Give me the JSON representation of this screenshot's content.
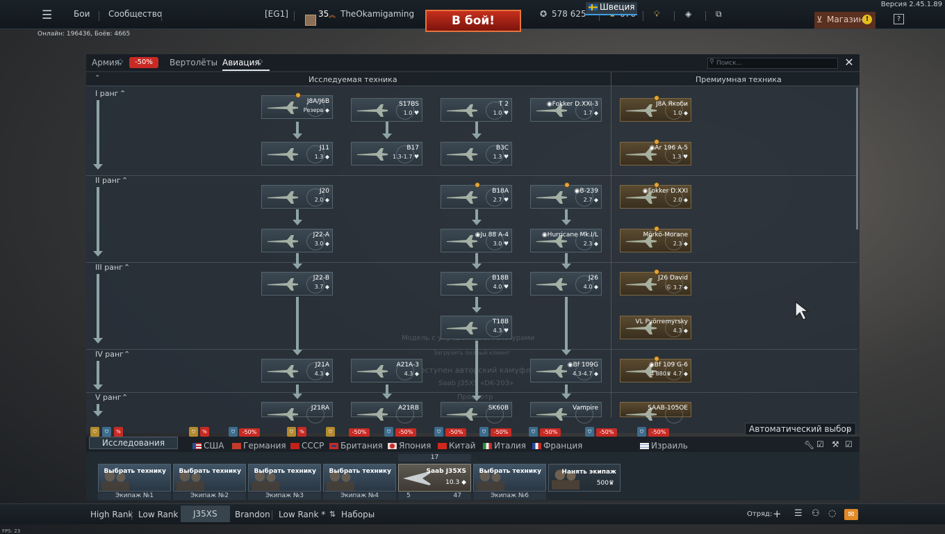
{
  "version": "Версия 2.45.1.89",
  "menu": {
    "battles": "Бои",
    "community": "Сообщество"
  },
  "squadron_tag": "[EG1]",
  "player": {
    "level": "35",
    "nickname": "TheOkamigaming"
  },
  "to_battle": "В бой!",
  "currency": {
    "silver": "578 625",
    "gold": "676"
  },
  "shop": "Магазин",
  "online": "Онлайн: 196436, Боёв: 4665",
  "fps": "FPS: 23",
  "tabs": {
    "army": "Армия",
    "army_discount": "-50%",
    "helicopters": "Вертолёты",
    "aviation": "Авиация"
  },
  "search_placeholder": "Поиск...",
  "sections": {
    "researched": "Исследуемая техника",
    "premium": "Премиумная техника"
  },
  "ranks": [
    "I ранг",
    "II ранг",
    "III ранг",
    "IV ранг",
    "V ранг"
  ],
  "vehicles": [
    {
      "name": "J8A/J6B",
      "br": "Резерв ◆"
    },
    {
      "name": "S17BS",
      "br": "1.0 ♥"
    },
    {
      "name": "T 2",
      "br": "1.0 ♥"
    },
    {
      "name": "◉Fokker D.XXI-3",
      "br": "1.7 ◆"
    },
    {
      "name": "J11",
      "br": "1.3 ◆"
    },
    {
      "name": "B17",
      "br": "1.3-1.7 ♥"
    },
    {
      "name": "B3C",
      "br": "1.3 ♥"
    },
    {
      "name": "J20",
      "br": "2.0 ◆"
    },
    {
      "name": "B18A",
      "br": "2.7 ♥"
    },
    {
      "name": "◉B-239",
      "br": "2.7 ◆"
    },
    {
      "name": "J22-A",
      "br": "3.0 ◆"
    },
    {
      "name": "◉Ju 88 A-4",
      "br": "3.0 ♥"
    },
    {
      "name": "◉Hurricane Mk.I/L",
      "br": "2.3 ◆"
    },
    {
      "name": "J22-B",
      "br": "3.7 ◆"
    },
    {
      "name": "B18B",
      "br": "4.0 ♥"
    },
    {
      "name": "J26",
      "br": "4.0 ◆"
    },
    {
      "name": "T18B",
      "br": "4.3 ♥"
    },
    {
      "name": "J21A",
      "br": "4.3 ◆"
    },
    {
      "name": "A21A-3",
      "br": "4.3 ◆"
    },
    {
      "name": "◉Bf 109G",
      "br": "4.3-4.7 ◆"
    },
    {
      "name": "J21RA",
      "br": ""
    },
    {
      "name": "A21RB",
      "br": ""
    },
    {
      "name": "SK60B",
      "br": ""
    },
    {
      "name": "Vampire",
      "br": ""
    }
  ],
  "premium_vehicles": [
    {
      "name": "J8A Якоби",
      "br": "1.0 ◆"
    },
    {
      "name": "◉Ar 196 A-5",
      "br": "1.3 ♥"
    },
    {
      "name": "◉Fokker D.XXI",
      "br": "2.0 ◆"
    },
    {
      "name": "Mörkö-Morane",
      "br": "2.3 ◆"
    },
    {
      "name": "J26 David",
      "br": "Ⓖ 3.7 ◆"
    },
    {
      "name": "VL Pyörremyrsky",
      "br": "4.3 ◆"
    },
    {
      "name": "◉Bf 109 G-6",
      "br": "4 880♛ 4.7 ◆"
    },
    {
      "name": "SAAB-105OE",
      "br": ""
    }
  ],
  "ghost_text": [
    "Модель с улучшенными текстурами",
    "Загрузить полный клиент",
    "Доступен авторский камуфляж",
    "Saab J35XS «DK-203»",
    "Просмотр"
  ],
  "research_button": "Исследования",
  "auto_select": "Автоматический выбор",
  "discount_label": "-50%",
  "nations": [
    "США",
    "Германия",
    "СССР",
    "Британия",
    "Япония",
    "Китай",
    "Италия",
    "Франция",
    "Швеция",
    "Израиль"
  ],
  "crews": [
    {
      "label": "Выбрать технику",
      "name": "Экипаж №1"
    },
    {
      "label": "Выбрать технику",
      "name": "Экипаж №2"
    },
    {
      "label": "Выбрать технику",
      "name": "Экипаж №3"
    },
    {
      "label": "Выбрать технику",
      "name": "Экипаж №4"
    },
    {
      "label": "Saab J35XS",
      "name": "",
      "br": "10.3 ◆",
      "count": "17",
      "extra_left": "5",
      "extra_right": "47"
    },
    {
      "label": "Выбрать технику",
      "name": "Экипаж №6"
    }
  ],
  "hire_crew": {
    "label": "Нанять экипаж",
    "cost": "500♛"
  },
  "presets": [
    "High Rank",
    "Low Rank",
    "J35XS",
    "Brandon",
    "Low Rank *",
    "Наборы"
  ],
  "squad_label": "Отряд:"
}
